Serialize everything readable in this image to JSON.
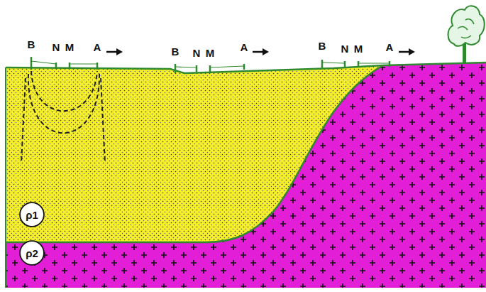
{
  "diagram": {
    "nodes": [
      {
        "text": [
          "ρ1"
        ]
      },
      {
        "text": [
          "ρ2"
        ]
      }
    ],
    "labels": [
      "B",
      "N",
      "M",
      "A",
      "B",
      "N",
      "M",
      "A",
      "B",
      "N",
      "M",
      "A"
    ]
  }
}
